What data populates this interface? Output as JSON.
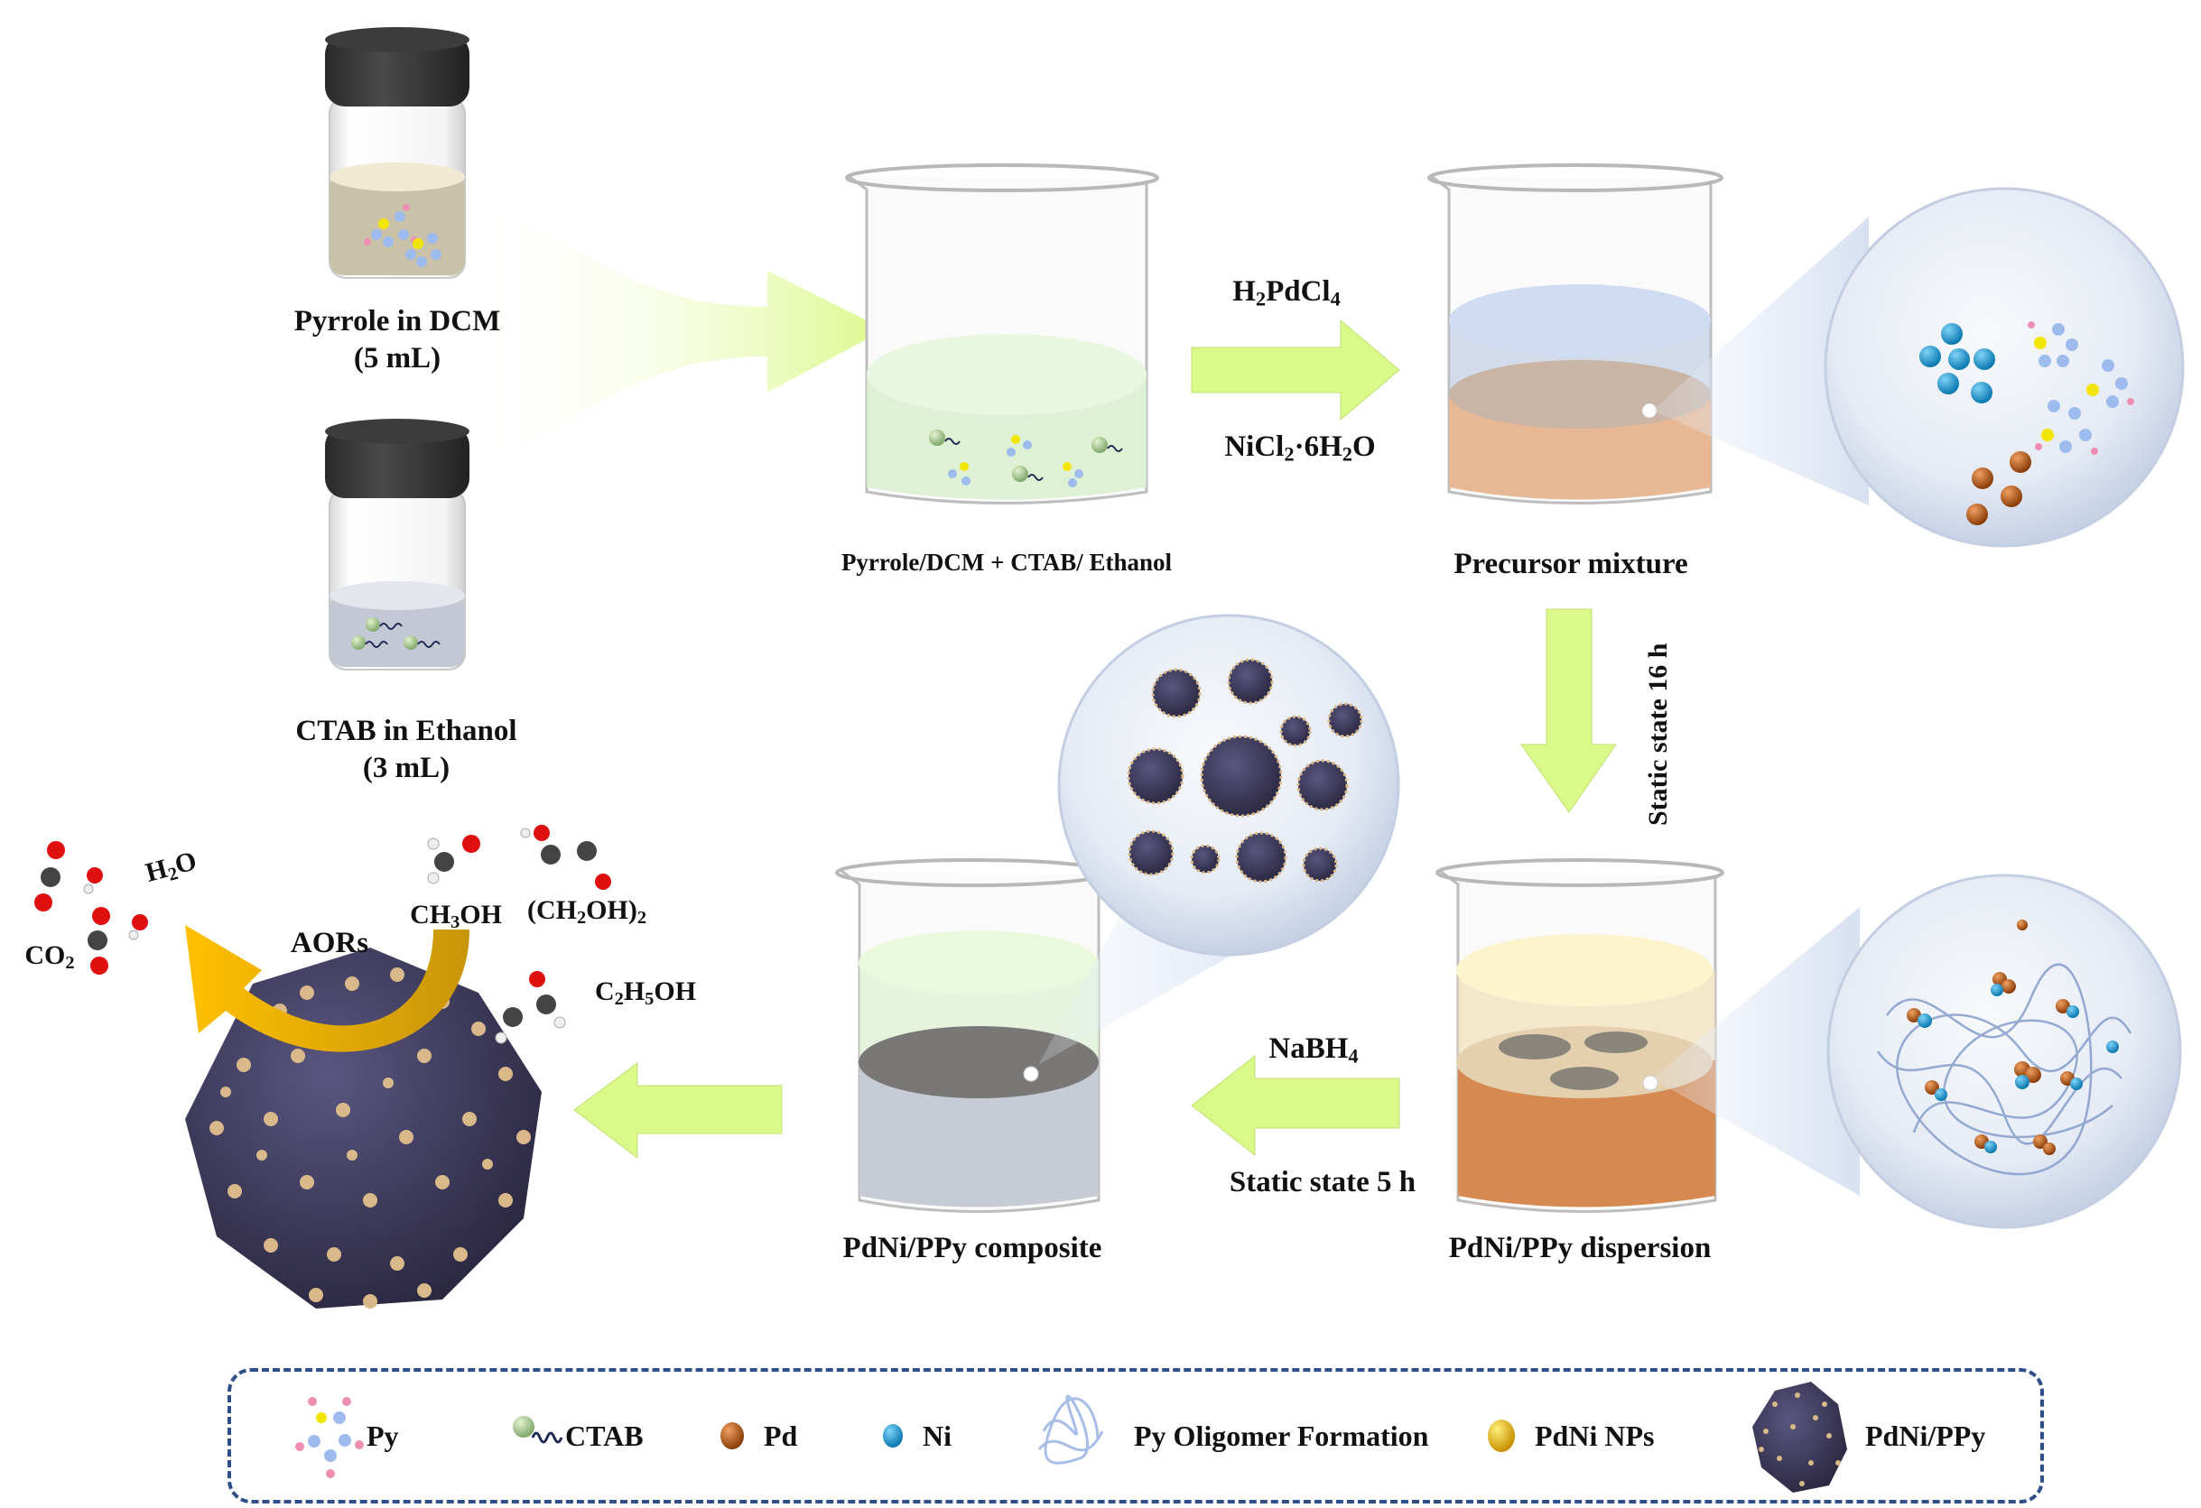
{
  "figure": {
    "vials": [
      {
        "label_line1": "Pyrrole in DCM",
        "label_line2": "(5 mL)",
        "liquid_color": "#c9c2a8"
      },
      {
        "label_line1": "CTAB in Ethanol",
        "label_line2": "(3 mL)",
        "liquid_color": "#c4c8d4"
      }
    ],
    "beakers": [
      {
        "label": "Pyrrole/DCM + CTAB/ Ethanol",
        "liquid_color": "#dcefcf"
      },
      {
        "label": "Precursor mixture",
        "liquid_color": "#e8b894"
      },
      {
        "label": "PdNi/PPy dispersion",
        "liquid_color": "#d68a52"
      },
      {
        "label": "PdNi/PPy composite",
        "liquid_color": "#c6cbd6"
      }
    ],
    "steps": {
      "reagent_top": {
        "main": "H",
        "sub1": "2",
        "mid": "PdCl",
        "sub2": "4"
      },
      "reagent_bottom": {
        "a": "NiCl",
        "sub1": "2",
        "b": "·6H",
        "sub2": "2",
        "c": "O"
      },
      "aging_vertical": "Static state 16 h",
      "reductant": {
        "main": "NaBH",
        "sub": "4"
      },
      "aging_bottom": "Static state 5 h"
    },
    "reaction": {
      "center_label": "AORs",
      "products": [
        {
          "main": "H",
          "sub": "2",
          "tail": "O"
        },
        {
          "main": "CO",
          "sub": "2",
          "tail": ""
        }
      ],
      "reactants": [
        {
          "a": "CH",
          "sub": "3",
          "b": "OH",
          "sub2": ""
        },
        {
          "a": "(CH",
          "sub": "2",
          "b": "OH)",
          "sub2": "2"
        },
        {
          "a": "C",
          "sub": "2",
          "b": "H",
          "sub2": "5",
          "c": "OH"
        }
      ]
    },
    "colors": {
      "arrow_green": "#d9f98a",
      "arrow_orange": "#f3b400",
      "ni_blue": "#1d9fd8",
      "pd_orange": "#c4601a",
      "pdni_gold": "#e0b43a",
      "ppy_dark": "#3e3a5c",
      "nanoparticle_tan": "#d9b98a",
      "legend_border": "#2f4f8a"
    }
  },
  "legend": {
    "items": [
      {
        "label": "Py"
      },
      {
        "label": "CTAB"
      },
      {
        "label": "Pd"
      },
      {
        "label": "Ni"
      },
      {
        "label": "Py Oligomer Formation"
      },
      {
        "label": "PdNi NPs"
      },
      {
        "label": "PdNi/PPy"
      }
    ]
  }
}
